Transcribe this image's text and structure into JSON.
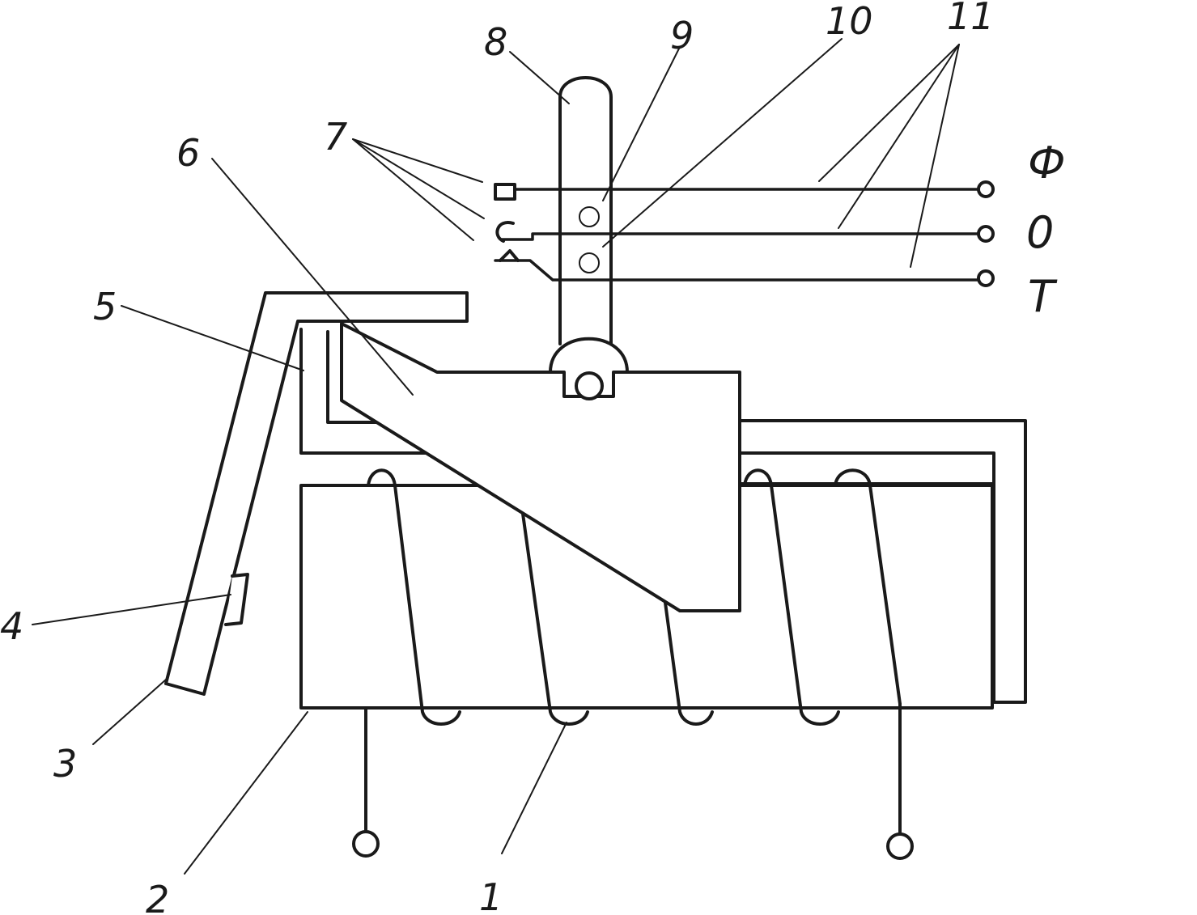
{
  "diagram": {
    "part_labels": [
      "1",
      "2",
      "3",
      "4",
      "5",
      "6",
      "7",
      "8",
      "9",
      "10",
      "11"
    ],
    "terminal_labels": [
      "Ф",
      "0",
      "Т"
    ]
  }
}
